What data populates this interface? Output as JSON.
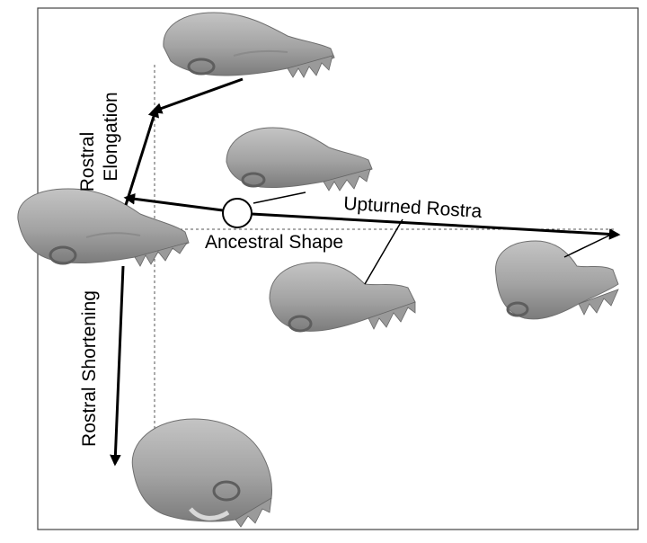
{
  "labels": {
    "rostral_elongation_line1": "Rostral",
    "rostral_elongation_line2": "Elongation",
    "upturned_rostra": "Upturned Rostra",
    "ancestral_shape": "Ancestral Shape",
    "rostral_shortening": "Rostral Shortening"
  },
  "skulls": [
    "elongated-rostrum-skull",
    "intermediate-elongated-skull",
    "ancestral-shape-skull",
    "intermediate-upturned-skull",
    "upturned-rostra-skull",
    "shortened-rostrum-skull"
  ],
  "colors": {
    "skull_fill": "#a9a9a9",
    "skull_dark": "#6f6f6f",
    "skull_light": "#d2d2d2",
    "arrow": "#000000",
    "guide_line": "#555555",
    "frame": "#444444"
  }
}
